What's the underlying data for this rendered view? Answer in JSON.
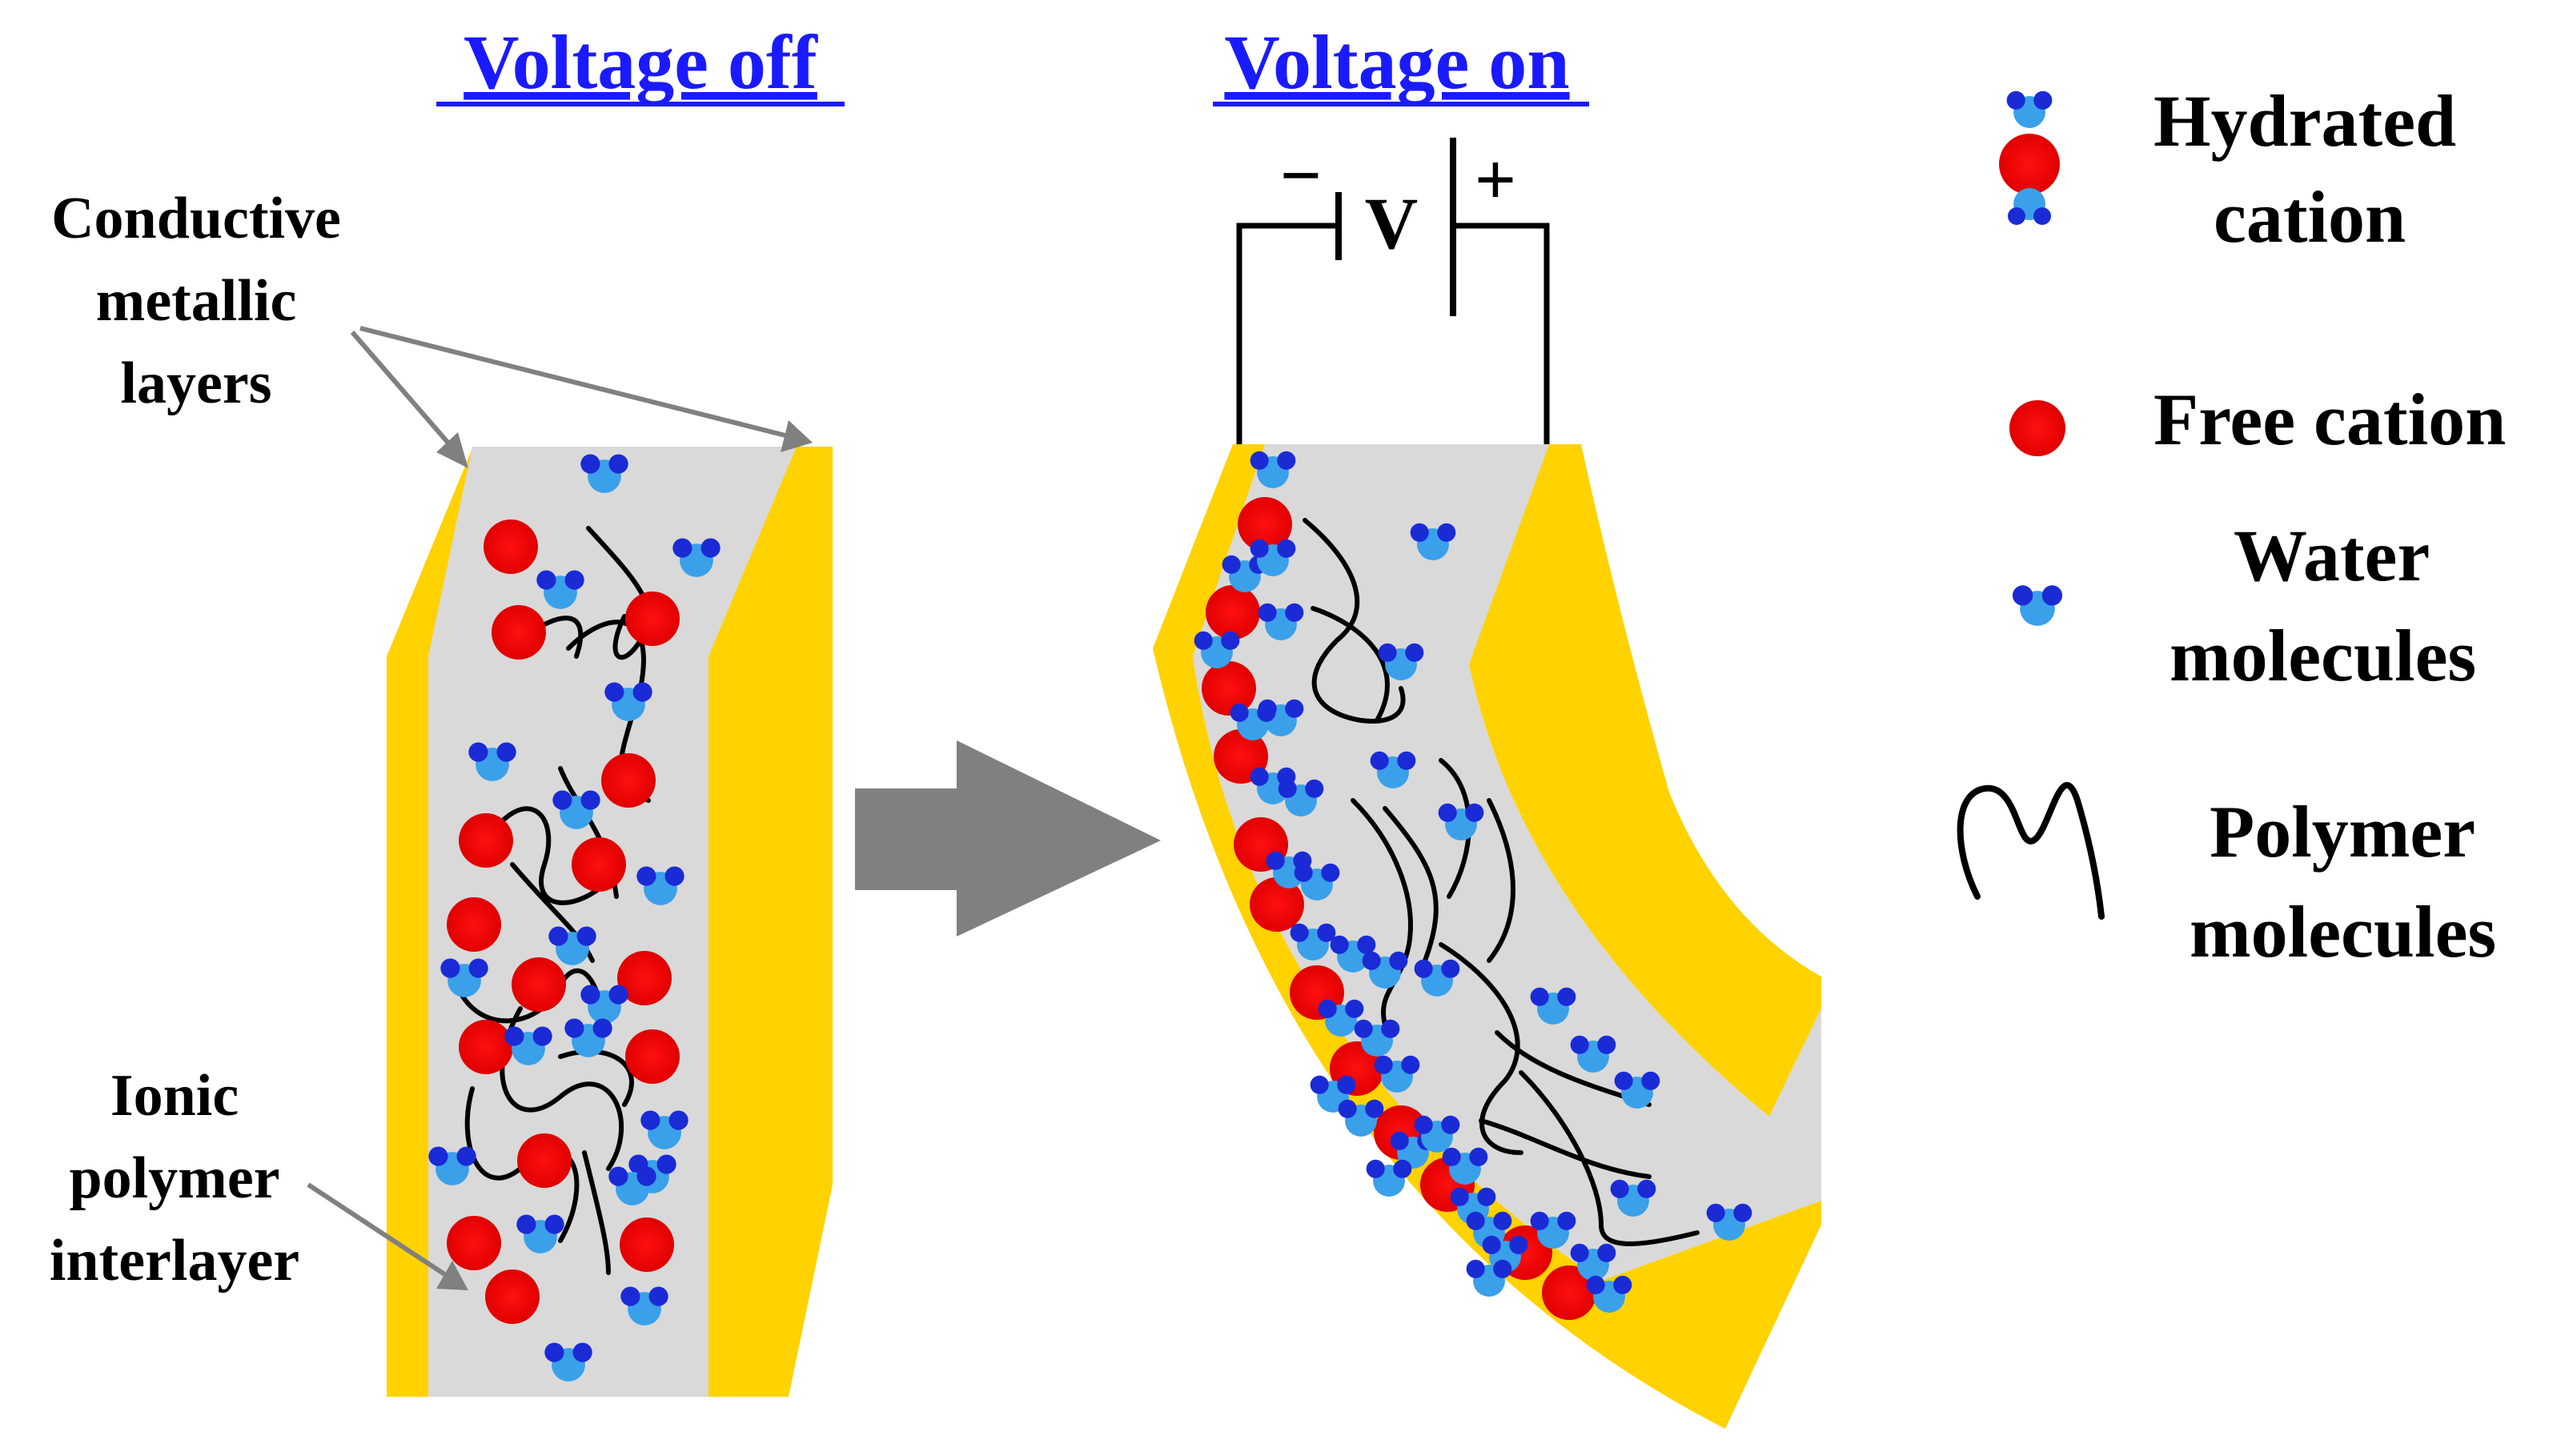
{
  "titles": {
    "voltage_off": "Voltage off",
    "voltage_on": "Voltage on"
  },
  "callouts": {
    "metallic_layers": [
      "Conductive",
      "metallic",
      "layers"
    ],
    "ionic_interlayer": [
      "Ionic",
      "polymer",
      "interlayer"
    ]
  },
  "battery": {
    "minus": "−",
    "plus": "+",
    "label": "V"
  },
  "legend": {
    "hydrated_cation": [
      "Hydrated",
      "cation"
    ],
    "free_cation": "Free cation",
    "water_molecules": [
      "Water",
      "molecules"
    ],
    "polymer_molecules": [
      "Polymer",
      "molecules"
    ]
  },
  "colors": {
    "electrode": "#ffd200",
    "polymer_gel": "#d9d9d9",
    "cation": "#ff0000",
    "water_center": "#3aa0ea",
    "water_atom": "#1a2bd6",
    "arrow": "#808080",
    "title": "#1a1aff"
  }
}
